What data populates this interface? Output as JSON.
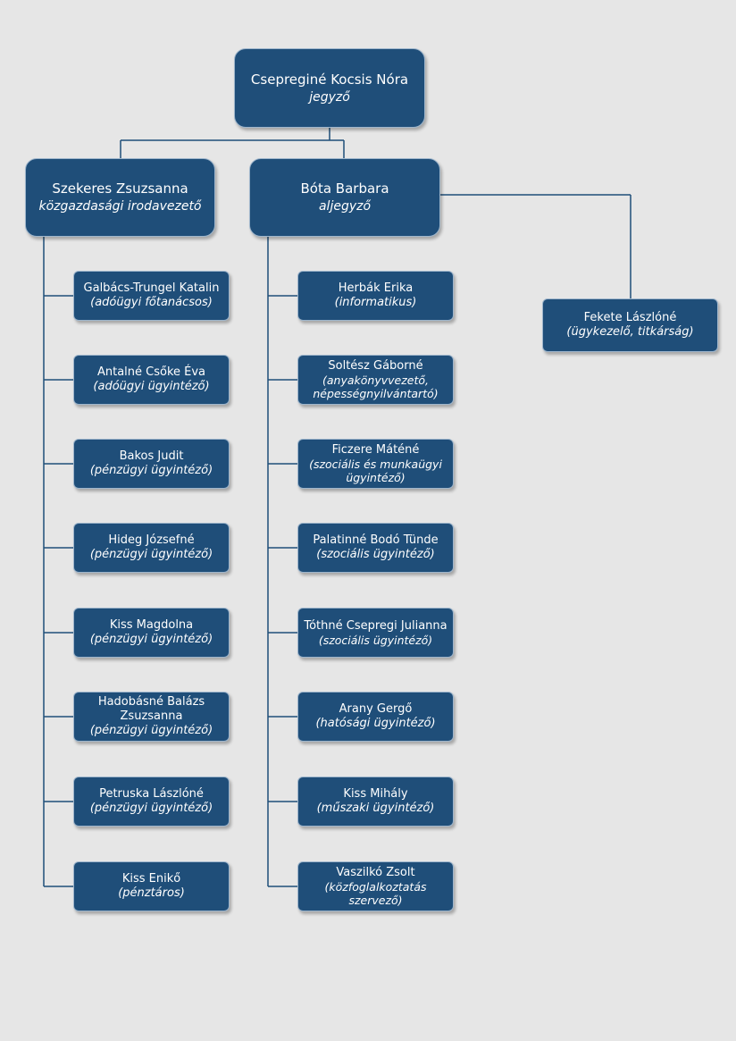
{
  "chart": {
    "top": {
      "name": "Csepreginé Kocsis Nóra",
      "role": "jegyző"
    },
    "left_head": {
      "name": "Szekeres Zsuzsanna",
      "role": "közgazdasági irodavezető"
    },
    "right_head": {
      "name": "Bóta Barbara",
      "role": "aljegyző"
    },
    "side": {
      "name": "Fekete Lászlóné",
      "role": "(ügykezelő, titkárság)"
    },
    "left_staff": [
      {
        "name": "Galbács-Trungel Katalin",
        "role": "(adóügyi főtanácsos)"
      },
      {
        "name": "Antalné Csőke Éva",
        "role": "(adóügyi ügyintéző)"
      },
      {
        "name": "Bakos Judit",
        "role": "(pénzügyi ügyintéző)"
      },
      {
        "name": "Hideg Józsefné",
        "role": "(pénzügyi ügyintéző)"
      },
      {
        "name": "Kiss Magdolna",
        "role": "(pénzügyi ügyintéző)"
      },
      {
        "name": "Hadobásné Balázs Zsuzsanna",
        "role": "(pénzügyi ügyintéző)"
      },
      {
        "name": "Petruska Lászlóné",
        "role": "(pénzügyi ügyintéző)"
      },
      {
        "name": "Kiss Enikő",
        "role": "(pénztáros)"
      }
    ],
    "right_staff": [
      {
        "name": "Herbák Erika",
        "role": "(informatikus)"
      },
      {
        "name": "Soltész Gáborné",
        "role": "(anyakönyvvezető, népességnyilvántartó)"
      },
      {
        "name": "Ficzere Máténé",
        "role": "(szociális és munkaügyi ügyintéző)"
      },
      {
        "name": "Palatinné Bodó Tünde",
        "role": "(szociális ügyintéző)"
      },
      {
        "name": "Tóthné Csepregi Julianna",
        "role": "(szociális ügyintéző)"
      },
      {
        "name": "Arany Gergő",
        "role": "(hatósági ügyintéző)"
      },
      {
        "name": "Kiss Mihály",
        "role": "(műszaki ügyintéző)"
      },
      {
        "name": "Vaszilkó Zsolt",
        "role": "(közfoglalkoztatás szervező)"
      }
    ]
  },
  "colors": {
    "box": "#1f4e79",
    "border": "#9fb6cc",
    "line": "#1f4e79",
    "background": "#e6e6e6"
  }
}
